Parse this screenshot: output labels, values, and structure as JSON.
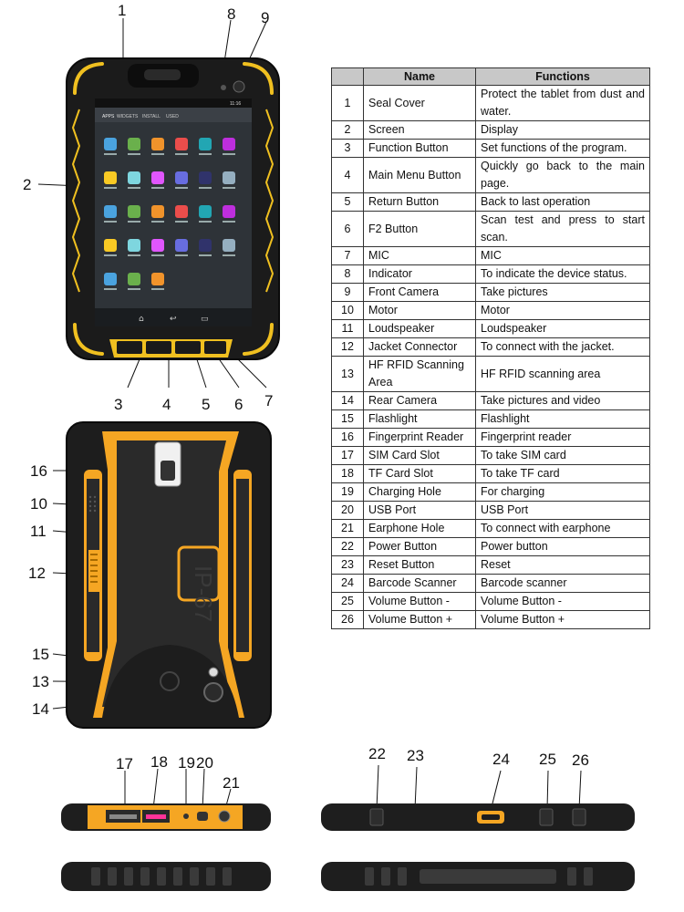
{
  "front_callouts": [
    "1",
    "8",
    "9",
    "2",
    "3",
    "4",
    "5",
    "6",
    "7"
  ],
  "back_callouts": [
    "16",
    "10",
    "11",
    "12",
    "15",
    "13",
    "14"
  ],
  "back_watermark": "IP-67",
  "side_callouts_left": [
    "17",
    "18",
    "19",
    "20",
    "21"
  ],
  "side_callouts_right": [
    "22",
    "23",
    "24",
    "25",
    "26"
  ],
  "screen": {
    "time": "11:16",
    "tabs": [
      "APPS",
      "WIDGETS",
      "INSTALL",
      "USED"
    ]
  },
  "table": {
    "headers": [
      "",
      "Name",
      "Functions"
    ],
    "rows": [
      {
        "num": "1",
        "name": "Seal Cover",
        "func": "Protect the tablet from dust and water."
      },
      {
        "num": "2",
        "name": "Screen",
        "func": "Display"
      },
      {
        "num": "3",
        "name": "Function Button",
        "func": "Set functions of the program."
      },
      {
        "num": "4",
        "name": "Main Menu Button",
        "func": "Quickly go back to the main page."
      },
      {
        "num": "5",
        "name": "Return Button",
        "func": "Back to last operation"
      },
      {
        "num": "6",
        "name": "F2 Button",
        "func": "Scan test and press to start scan."
      },
      {
        "num": "7",
        "name": "MIC",
        "func": "MIC"
      },
      {
        "num": "8",
        "name": "Indicator",
        "func": "To indicate the device status."
      },
      {
        "num": "9",
        "name": "Front Camera",
        "func": "Take pictures"
      },
      {
        "num": "10",
        "name": "Motor",
        "func": "Motor"
      },
      {
        "num": "11",
        "name": "Loudspeaker",
        "func": "Loudspeaker"
      },
      {
        "num": "12",
        "name": "Jacket Connector",
        "func": "To connect with the jacket."
      },
      {
        "num": "13",
        "name": "HF RFID Scanning Area",
        "func": "HF RFID scanning area"
      },
      {
        "num": "14",
        "name": "Rear Camera",
        "func": "Take pictures and video"
      },
      {
        "num": "15",
        "name": "Flashlight",
        "func": "Flashlight"
      },
      {
        "num": "16",
        "name": "Fingerprint Reader",
        "func": "Fingerprint reader"
      },
      {
        "num": "17",
        "name": "SIM Card Slot",
        "func": "To take SIM card"
      },
      {
        "num": "18",
        "name": "TF Card Slot",
        "func": "To take TF card"
      },
      {
        "num": "19",
        "name": "Charging Hole",
        "func": "For charging"
      },
      {
        "num": "20",
        "name": "USB Port",
        "func": "USB Port"
      },
      {
        "num": "21",
        "name": "Earphone Hole",
        "func": "To connect with earphone"
      },
      {
        "num": "22",
        "name": "Power Button",
        "func": "Power button"
      },
      {
        "num": "23",
        "name": "Reset Button",
        "func": "Reset"
      },
      {
        "num": "24",
        "name": "Barcode Scanner",
        "func": "Barcode scanner"
      },
      {
        "num": "25",
        "name": "Volume Button -",
        "func": "Volume Button -"
      },
      {
        "num": "26",
        "name": "Volume Button +",
        "func": "Volume Button +"
      }
    ]
  },
  "colors": {
    "accent": "#f5a623",
    "body": "#1a1a1a",
    "rim": "#f0c020",
    "screen": "#3a3a3a"
  }
}
